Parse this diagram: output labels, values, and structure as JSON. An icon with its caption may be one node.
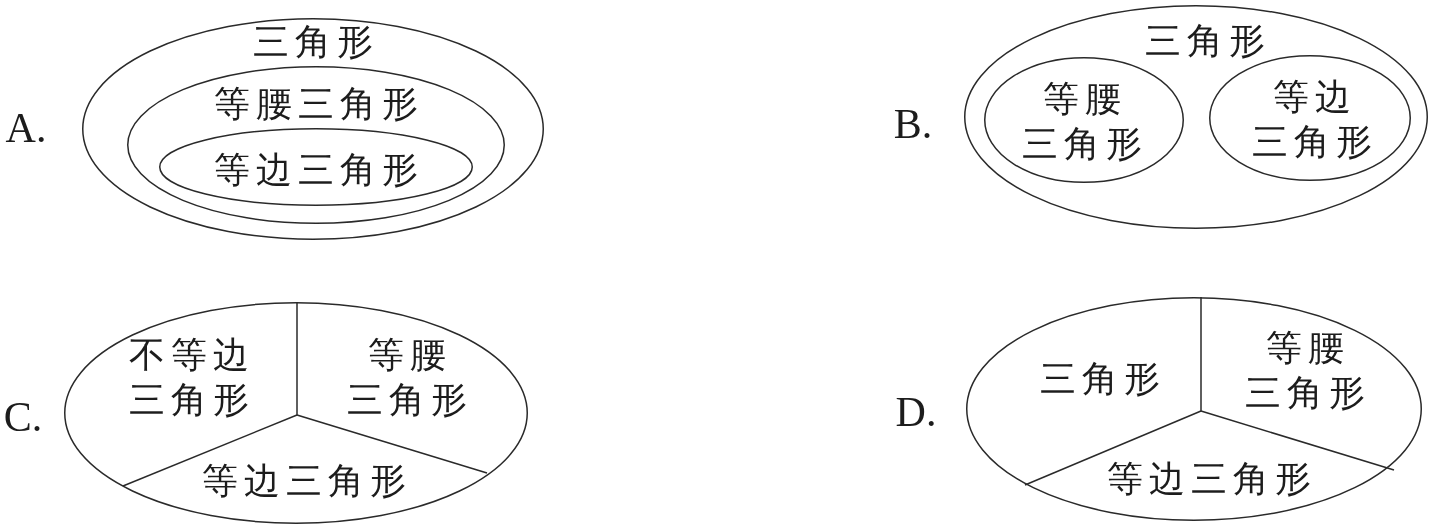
{
  "diagram": {
    "nodes": [
      {
        "text": [
          "三角形"
        ],
        "beside": [
          "A."
        ]
      },
      {
        "text": [
          "等腰三角形"
        ],
        "in": 0
      },
      {
        "text": [
          "等边三角形"
        ],
        "in": 1
      },
      {
        "text": [
          "三角形"
        ],
        "beside": [
          "B."
        ]
      },
      {
        "text": [
          "等腰三角形"
        ],
        "in": 3
      },
      {
        "text": [
          "等边三角形"
        ],
        "in": 3
      },
      {
        "text": [
          "不等边三角形",
          "等腰三角形",
          "等边三角形"
        ],
        "beside": [
          "C."
        ]
      },
      {
        "text": [
          "三角形",
          "等腰三角形",
          "等边三角形"
        ],
        "beside": [
          "D."
        ]
      }
    ]
  }
}
